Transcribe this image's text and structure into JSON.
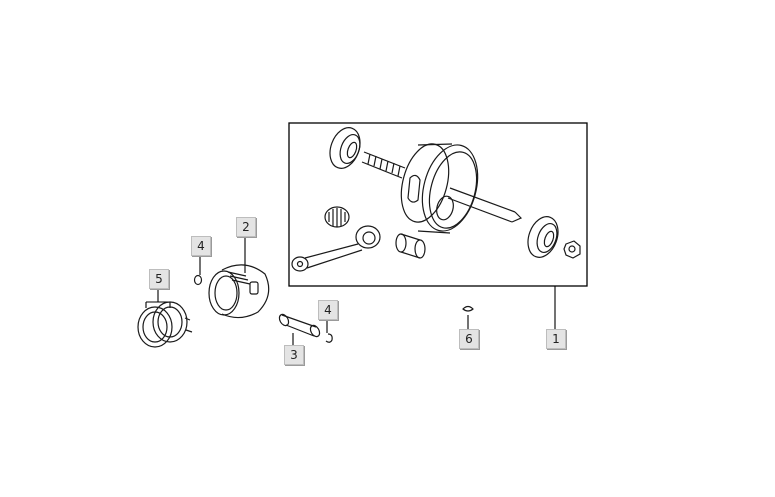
{
  "diagram": {
    "title": "Crankshaft / Piston exploded parts diagram",
    "colors": {
      "line": "#1a1a1a",
      "callout_bg": "#e4e4e4",
      "callout_border": "#bdbdbd",
      "frame": "#000000"
    },
    "callouts": [
      {
        "id": "1",
        "label": "1",
        "part": "crankshaft-assembly"
      },
      {
        "id": "2",
        "label": "2",
        "part": "piston"
      },
      {
        "id": "3",
        "label": "3",
        "part": "piston-pin"
      },
      {
        "id": "4a",
        "label": "4",
        "part": "piston-pin-clip"
      },
      {
        "id": "4b",
        "label": "4",
        "part": "piston-pin-clip"
      },
      {
        "id": "5",
        "label": "5",
        "part": "piston-ring-set"
      },
      {
        "id": "6",
        "label": "6",
        "part": "woodruff-key"
      }
    ]
  }
}
